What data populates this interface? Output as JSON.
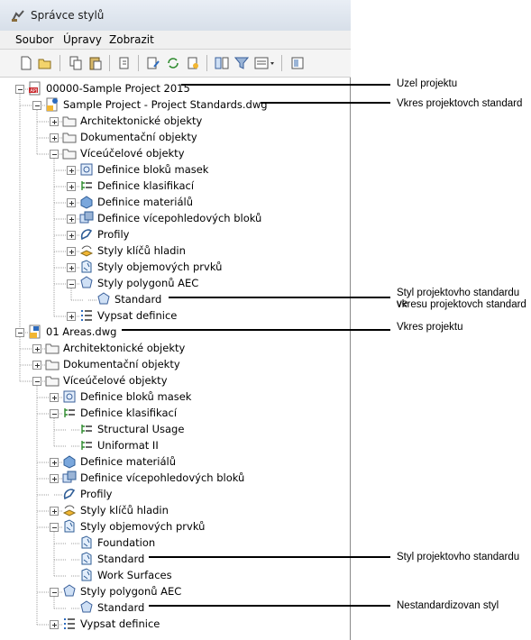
{
  "window": {
    "title": "Správce stylů"
  },
  "menu": [
    "Soubor",
    "Úpravy",
    "Zobrazit"
  ],
  "toolbar": {
    "buttons": [
      "new-icon",
      "open-icon",
      "copy-icon",
      "paste-icon",
      "purge-icon",
      "edit-icon",
      "sync-icon",
      "version-icon",
      "compare-icon",
      "filter-icon",
      "view-icon",
      "toggle-icon"
    ]
  },
  "tree": [
    {
      "label": "00000-Sample Project 2015",
      "icon": "project-icon"
    },
    {
      "label": "Sample Project - Project Standards.dwg",
      "icon": "drawing-standard-icon"
    },
    {
      "label": "Architektonické objekty",
      "icon": "folder-icon"
    },
    {
      "label": "Dokumentační objekty",
      "icon": "folder-icon"
    },
    {
      "label": "Víceúčelové objekty",
      "icon": "folder-icon"
    },
    {
      "label": "Definice bloků masek",
      "icon": "mask-block-icon"
    },
    {
      "label": "Definice klasifikací",
      "icon": "classification-icon"
    },
    {
      "label": "Definice materiálů",
      "icon": "material-icon"
    },
    {
      "label": "Definice vícepohledových bloků",
      "icon": "multiview-block-icon"
    },
    {
      "label": "Profily",
      "icon": "profile-icon"
    },
    {
      "label": "Styly klíčů hladin",
      "icon": "layer-key-icon"
    },
    {
      "label": "Styly objemových prvků",
      "icon": "mass-element-icon"
    },
    {
      "label": "Styly polygonů AEC",
      "icon": "polygon-icon"
    },
    {
      "label": "Standard",
      "icon": "polygon-icon"
    },
    {
      "label": "Vypsat definice",
      "icon": "list-icon"
    },
    {
      "label": "01 Areas.dwg",
      "icon": "drawing-icon"
    },
    {
      "label": "Architektonické objekty",
      "icon": "folder-icon"
    },
    {
      "label": "Dokumentační objekty",
      "icon": "folder-icon"
    },
    {
      "label": "Víceúčelové objekty",
      "icon": "folder-icon"
    },
    {
      "label": "Definice bloků masek",
      "icon": "mask-block-icon"
    },
    {
      "label": "Definice klasifikací",
      "icon": "classification-icon"
    },
    {
      "label": "Structural Usage",
      "icon": "classification-icon"
    },
    {
      "label": "Uniformat II",
      "icon": "classification-icon"
    },
    {
      "label": "Definice materiálů",
      "icon": "material-icon"
    },
    {
      "label": "Definice vícepohledových bloků",
      "icon": "multiview-block-icon"
    },
    {
      "label": "Profily",
      "icon": "profile-icon"
    },
    {
      "label": "Styly klíčů hladin",
      "icon": "layer-key-icon"
    },
    {
      "label": "Styly objemových prvků",
      "icon": "mass-element-icon"
    },
    {
      "label": "Foundation",
      "icon": "mass-element-icon"
    },
    {
      "label": "Standard",
      "icon": "mass-element-icon"
    },
    {
      "label": "Work Surfaces",
      "icon": "mass-element-icon"
    },
    {
      "label": "Styly polygonů AEC",
      "icon": "polygon-icon"
    },
    {
      "label": "Standard",
      "icon": "polygon-icon"
    },
    {
      "label": "Vypsat definice",
      "icon": "list-icon"
    }
  ],
  "annotations": {
    "uzel": "Uzel projektu",
    "vykres_standard": "Vkres projektovch standard",
    "styl_standard_line1": "Styl projektovho standardu ve",
    "styl_standard_line2": "vkresu projektovch standard",
    "vykres_projektu": "Vkres projektu",
    "styl_projektoveho": "Styl projektovho standardu",
    "nestandard": "Nestandardizovan styl"
  }
}
